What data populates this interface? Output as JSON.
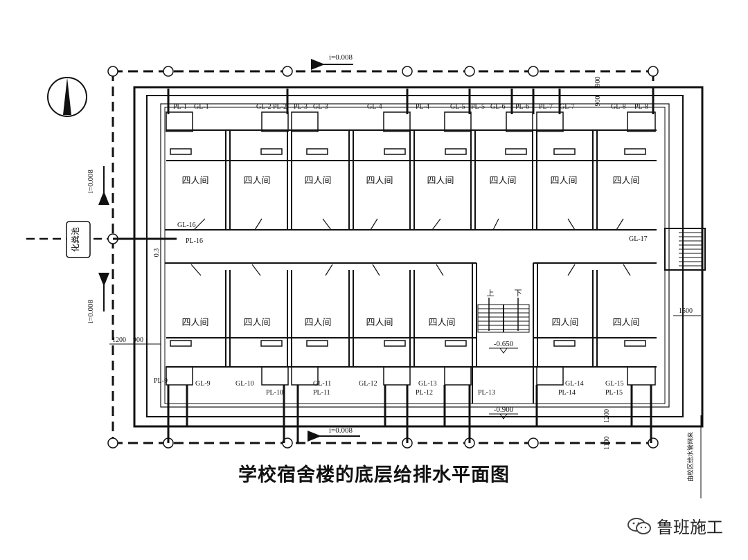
{
  "title": "学校宿舍楼的底层给排水平面图",
  "watermark": "鲁班施工",
  "septic_tank": "化粪池",
  "slope_top": "i=0.008",
  "slope_bottom": "i=0.008",
  "slope_left_upper": "i=0.008",
  "slope_left_lower": "i=0.008",
  "room_label": "四人间",
  "stair_up": "上",
  "stair_down": "下",
  "elev_hall": "-0.650",
  "elev_outside": "-0.900",
  "dim_left_a": "1200",
  "dim_left_b": "900",
  "dim_right": "1500",
  "dim_bottom_a": "1100",
  "dim_bottom_b": "1200",
  "dim_top_a": "900",
  "dim_top_b": "900",
  "dim_corner": "0.3",
  "supply_note": "由校区给水管网来",
  "pipes_top": [
    {
      "pl": "PL-1",
      "gl": "GL-1"
    },
    {
      "pl": "PL-2",
      "gl": "GL-2"
    },
    {
      "pl": "PL-3",
      "gl": "GL-3"
    },
    {
      "pl": "PL-4",
      "gl": "GL-4"
    },
    {
      "pl": "PL-5",
      "gl": "GL-5"
    },
    {
      "pl": "PL-6",
      "gl": "GL-6"
    },
    {
      "pl": "PL-7",
      "gl": "GL-7"
    },
    {
      "pl": "PL-8",
      "gl": "GL-8"
    }
  ],
  "pipes_bottom": [
    {
      "pl": "PL-9",
      "gl": "GL-9"
    },
    {
      "pl": "PL-10",
      "gl": "GL-10"
    },
    {
      "pl": "PL-11",
      "gl": "GL-11"
    },
    {
      "pl": "PL-12",
      "gl": "GL-12"
    },
    {
      "pl": "PL-13",
      "gl": "GL-13"
    },
    {
      "pl": "PL-14",
      "gl": "GL-14"
    },
    {
      "pl": "PL-15",
      "gl": "GL-15"
    }
  ],
  "pipe_16": {
    "pl": "PL-16",
    "gl": "GL-16"
  },
  "pipe_17": {
    "gl": "GL-17"
  }
}
